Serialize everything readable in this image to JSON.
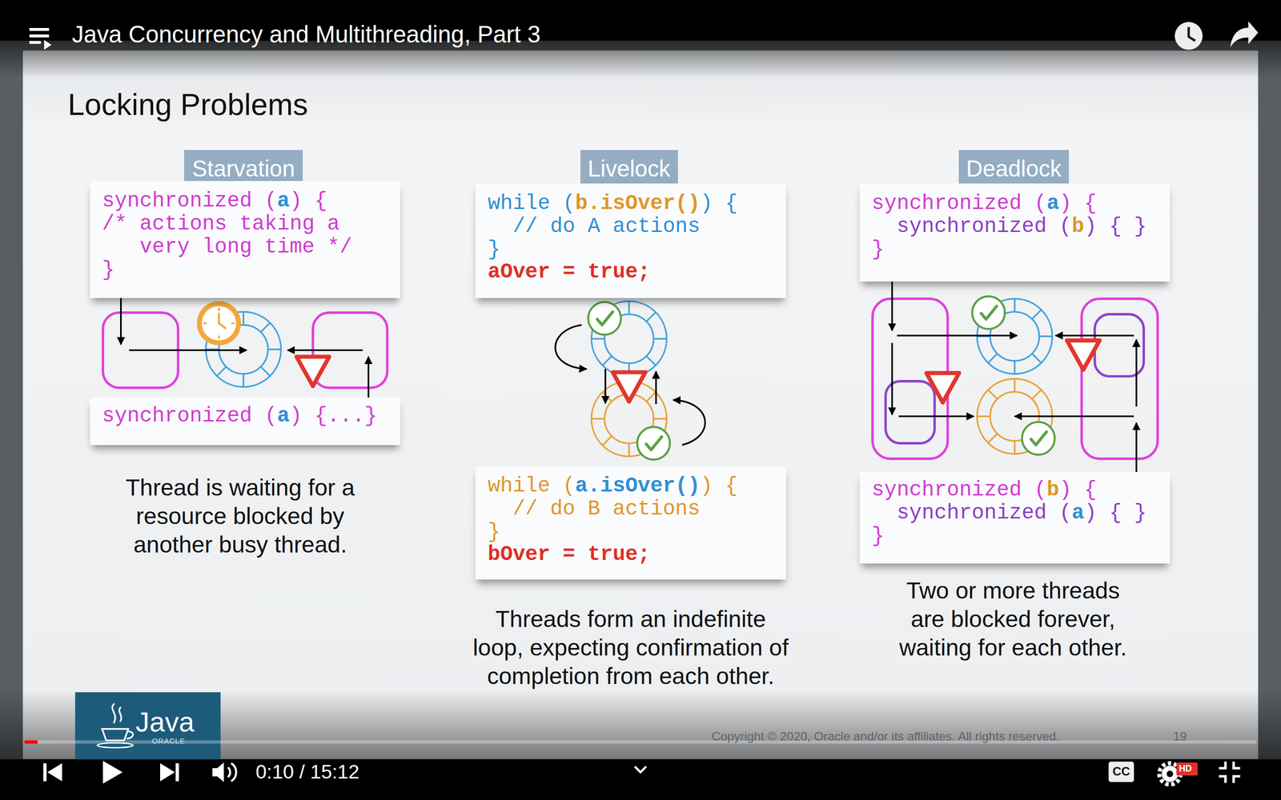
{
  "diagram": {
    "title": "Locking Problems",
    "nodes": [
      {
        "text": [
          "Starvation"
        ]
      },
      {
        "text": [
          "synchronized (",
          "a",
          ") {",
          "/* actions taking a very long time */",
          "}"
        ]
      },
      {
        "text": [
          "synchronized (",
          "a",
          ") {...}"
        ]
      },
      {
        "text": [
          "Livelock"
        ]
      },
      {
        "text": [
          "while (",
          "b.isOver()",
          ") {",
          "// do A actions",
          "}",
          "aOver = true;"
        ]
      },
      {
        "text": [
          "while (",
          "a.isOver()",
          ") {",
          "// do B actions",
          "}",
          "bOver = true;"
        ]
      },
      {
        "text": [
          "Deadlock"
        ]
      },
      {
        "text": [
          "synchronized (",
          "a",
          ") {",
          "synchronized (",
          "b",
          ") { }",
          "}"
        ]
      },
      {
        "text": [
          "synchronized (",
          "b",
          ") {",
          "synchronized (",
          "a",
          ") { }",
          "}"
        ]
      }
    ],
    "labels": [
      "Java Concurrency and Multithreading, Part 3",
      "Thread is waiting for a resource blocked by another busy thread.",
      "Threads form an indefinite loop, expecting confirmation of completion from each other.",
      "Two or more threads are blocked forever, waiting for each other.",
      "Java",
      "ORACLE",
      "Copyright © 2020, Oracle and/or its affiliates. All rights reserved.",
      "19",
      "0:10 / 15:12",
      "HD",
      "CC"
    ]
  }
}
